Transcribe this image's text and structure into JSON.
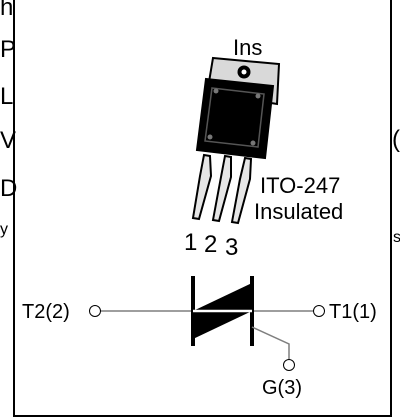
{
  "edge_fragments": [
    "h",
    "P",
    "L",
    "V",
    "D",
    "y"
  ],
  "right_fragments": [
    "(",
    "s"
  ],
  "package": {
    "tab_label": "Ins",
    "name": "ITO-247",
    "type": "Insulated",
    "pins": [
      "1",
      "2",
      "3"
    ]
  },
  "symbol": {
    "left_terminal": "T2(2)",
    "right_terminal": "T1(1)",
    "gate_terminal": "G(3)"
  },
  "colors": {
    "ink": "#000000",
    "tab": "#d9d9d9",
    "leads": "#e6e6e6",
    "line": "#7f7f7f"
  }
}
